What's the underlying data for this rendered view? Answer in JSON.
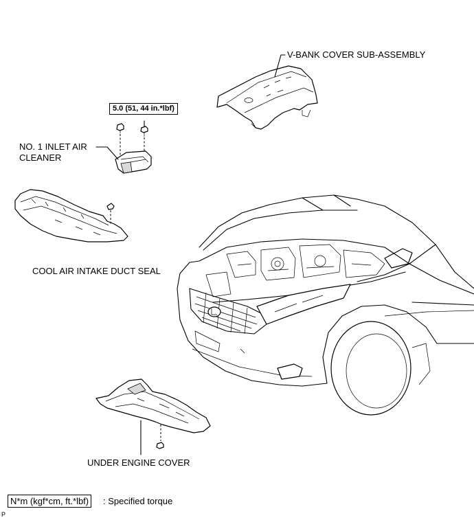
{
  "labels": {
    "v_bank_cover": "V-BANK COVER SUB-ASSEMBLY",
    "torque_value": "5.0 (51, 44 in.*lbf)",
    "inlet_air_cleaner_line1": "NO. 1 INLET AIR",
    "inlet_air_cleaner_line2": "CLEANER",
    "cool_air_intake_duct_seal": "COOL AIR INTAKE DUCT SEAL",
    "under_engine_cover": "UNDER ENGINE COVER"
  },
  "legend": {
    "unit_box": "N*m (kgf*cm, ft.*lbf)",
    "description": ": Specified torque"
  },
  "corner_mark": "P"
}
